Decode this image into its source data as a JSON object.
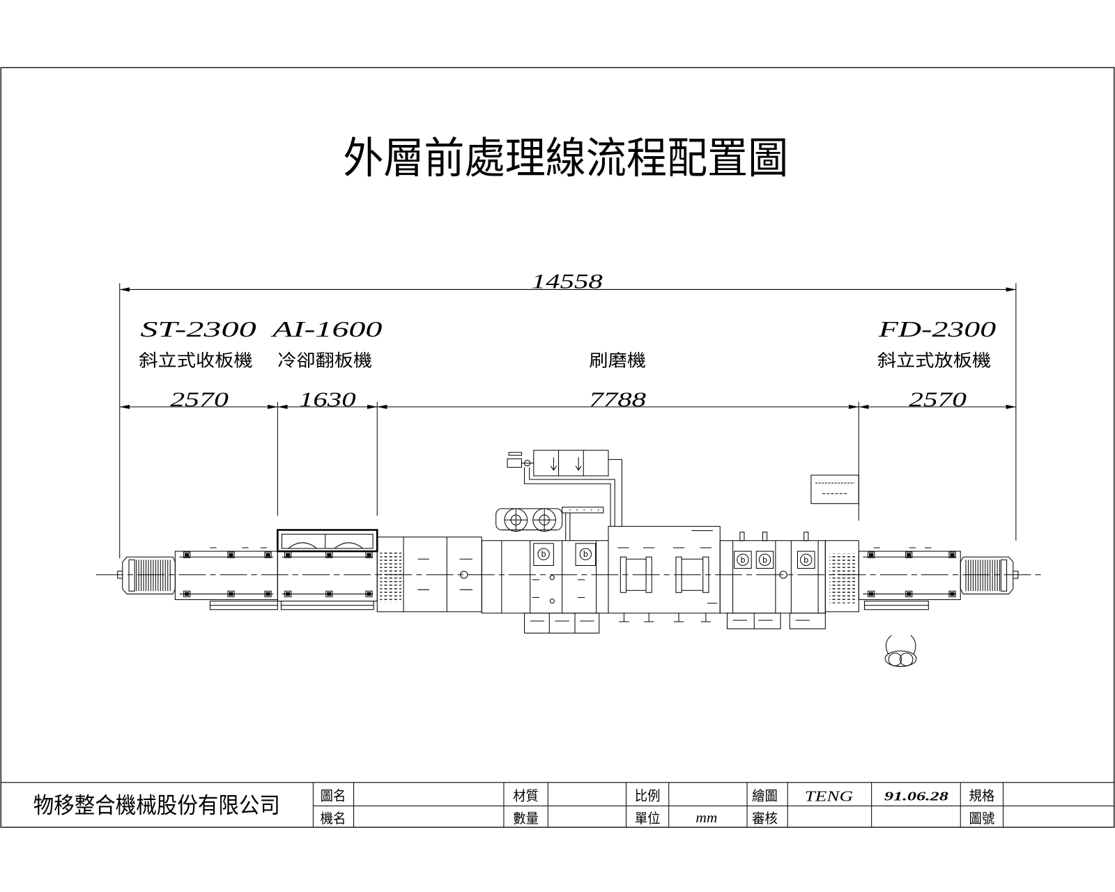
{
  "title": "外層前處理線流程配置圖",
  "dimensions": {
    "overall": "14558",
    "segments": [
      "2570",
      "1630",
      "7788",
      "2570"
    ]
  },
  "stations": [
    {
      "model": "ST-2300",
      "name": "斜立式收板機"
    },
    {
      "model": "AI-1600",
      "name": "冷卻翻板機"
    },
    {
      "name": "刷磨機"
    },
    {
      "model": "FD-2300",
      "name": "斜立式放板機"
    }
  ],
  "drawing": {
    "motor_marker": "b"
  },
  "title_block": {
    "company": "物移整合機械股份有限公司",
    "drawing_name_label": "圖名",
    "machine_name_label": "機名",
    "material_label": "材質",
    "quantity_label": "數量",
    "scale_label": "比例",
    "unit_label": "單位",
    "unit_value": "mm",
    "drawn_by_label": "繪圖",
    "drawn_by": "TENG",
    "checked_by_label": "審核",
    "date": "91.06.28",
    "spec_label": "規格",
    "drawing_no_label": "圖號"
  }
}
